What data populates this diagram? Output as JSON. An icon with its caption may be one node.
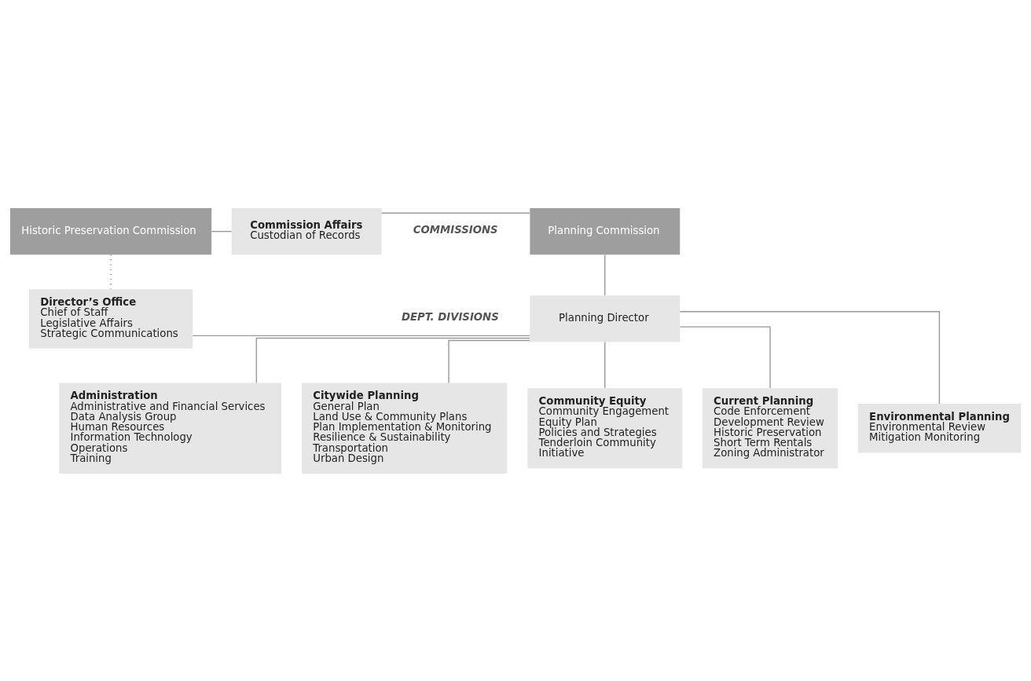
{
  "diagram": {
    "nodes": [
      {
        "text": [
          "Planning Commission"
        ]
      },
      {
        "text": [
          "Commission Affairs",
          "Custodian of Records"
        ]
      },
      {
        "text": [
          "Historic Preservation Commission"
        ]
      },
      {
        "text": [
          "Planning Director"
        ]
      },
      {
        "text": [
          "Director’s Office",
          "Chief of Staff",
          "Legislative Affairs",
          "Strategic Communications"
        ]
      },
      {
        "text": [
          "Administration",
          "Administrative and Financial Services",
          "Data Analysis Group",
          "Human Resources",
          "Information Technology",
          "Operations",
          "Training"
        ]
      },
      {
        "text": [
          "Citywide Planning",
          "General Plan",
          "Land Use & Community Plans",
          "Plan Implementation & Monitoring",
          "Resilience & Sustainability",
          "Transportation",
          "Urban Design"
        ]
      },
      {
        "text": [
          "Community Equity",
          "Community Engagement",
          "Equity Plan",
          "Policies and Strategies",
          "Tenderloin Community",
          "Initiative"
        ]
      },
      {
        "text": [
          "Current Planning",
          "Code Enforcement",
          "Development Review",
          "Historic Preservation",
          "Short Term Rentals",
          "Zoning Administrator"
        ]
      },
      {
        "text": [
          "Environmental Planning",
          "Environmental Review",
          "Mitigation Monitoring"
        ]
      }
    ],
    "edges": [
      {
        "from": 0,
        "to": 1,
        "arrow": "none"
      },
      {
        "from": 1,
        "to": 2,
        "arrow": "none"
      },
      {
        "from": 0,
        "to": 3,
        "arrow": "none"
      },
      {
        "from": 2,
        "to": 4,
        "arrow": "none",
        "style": "dashed"
      },
      {
        "from": 3,
        "to": 4,
        "arrow": "none"
      },
      {
        "from": 3,
        "to": 5,
        "arrow": "none"
      },
      {
        "from": 3,
        "to": 6,
        "arrow": "none"
      },
      {
        "from": 3,
        "to": 7,
        "arrow": "none"
      },
      {
        "from": 3,
        "to": 8,
        "arrow": "none"
      },
      {
        "from": 3,
        "to": 9,
        "arrow": "none"
      }
    ],
    "labels": [
      "COMMISSIONS",
      "DEPT. DIVISIONS"
    ]
  }
}
